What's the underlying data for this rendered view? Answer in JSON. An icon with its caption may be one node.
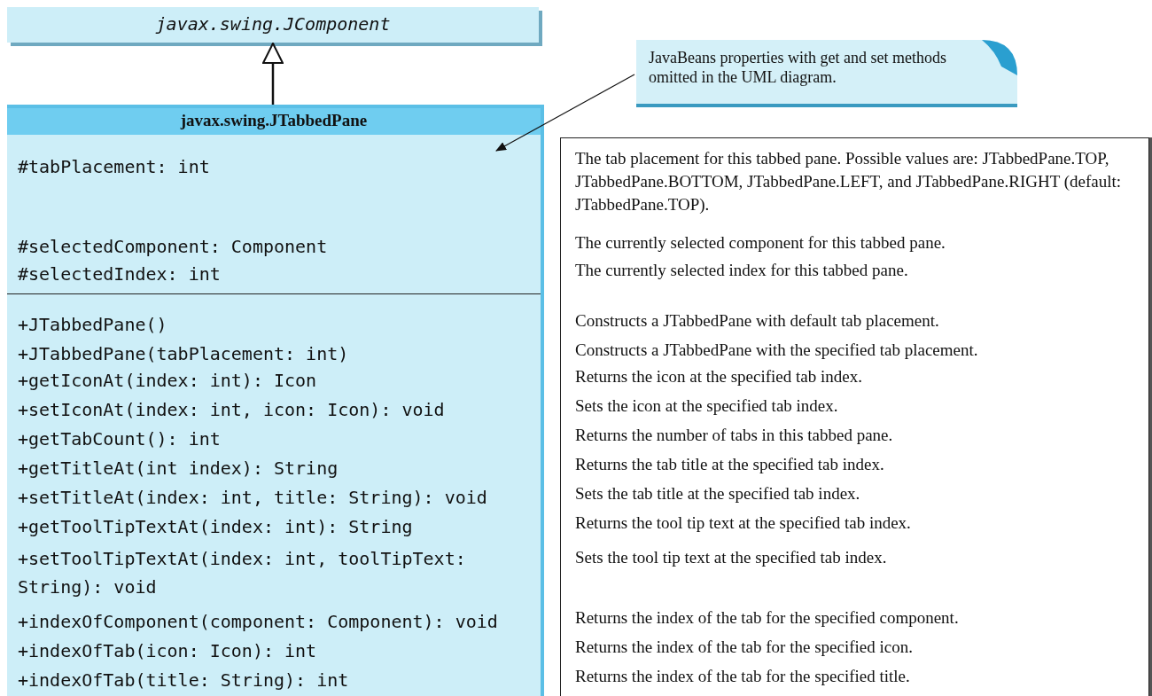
{
  "diagram": {
    "nodes": [
      {
        "text": [
          "javax.swing.JComponent"
        ]
      },
      {
        "text": [
          "JavaBeans properties with get and set methods omitted in the UML diagram."
        ]
      },
      {
        "text": [
          "javax.swing.JTabbedPane",
          "#tabPlacement: int",
          "#selectedComponent: Component",
          "#selectedIndex: int",
          "+JTabbedPane()",
          "+JTabbedPane(tabPlacement: int)",
          "+getIconAt(index: int): Icon",
          "+setIconAt(index: int, icon: Icon): void",
          "+getTabCount(): int",
          "+getTitleAt(int index): String",
          "+setTitleAt(index: int, title: String): void",
          "+getToolTipTextAt(index: int): String",
          "+setToolTipTextAt(index: int, toolTipText: String): void",
          "+indexOfComponent(component: Component): void",
          "+indexOfTab(icon: Icon): int",
          "+indexOfTab(title: String): int"
        ]
      },
      {
        "text": [
          "The tab placement for this tabbed pane. Possible values are: JTabbedPane.TOP, JTabbedPane.BOTTOM, JTabbedPane.LEFT, and JTabbedPane.RIGHT (default: JTabbedPane.TOP).",
          "The currently selected component for this tabbed pane.",
          "The currently selected index for this tabbed pane.",
          "Constructs a JTabbedPane with default tab placement.",
          "Constructs a JTabbedPane with the specified tab placement.",
          "Returns the icon at the specified tab index.",
          "Sets the icon at the specified tab index.",
          "Returns the number of tabs in this tabbed pane.",
          "Returns the tab title at the specified tab index.",
          "Sets the tab title at the specified tab index.",
          "Returns the tool tip text at the specified tab index.",
          "Sets the tool tip text at the specified tab index.",
          "Returns the index of the tab for the specified component.",
          "Returns the index of the tab for the specified icon.",
          "Returns the index of the tab for the specified title."
        ]
      }
    ],
    "edges": [
      {
        "from": 2,
        "to": 0,
        "arrow": "to"
      },
      {
        "from": 1,
        "to": 2,
        "arrow": "to"
      }
    ]
  }
}
